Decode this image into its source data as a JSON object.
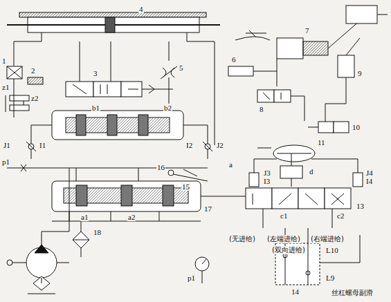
{
  "diagram": {
    "labels": [
      "4",
      "1",
      "2",
      "3",
      "5",
      "z1",
      "z2",
      "b1",
      "b2",
      "J1",
      "I1",
      "I2",
      "J2",
      "p1",
      "a1",
      "a2",
      "16",
      "15",
      "17",
      "18",
      "6",
      "7",
      "8",
      "9",
      "10",
      "11",
      "a",
      "d",
      "J3",
      "I3",
      "J4",
      "I4",
      "c1",
      "c2",
      "13",
      "(无进给)",
      "(左端进给)",
      "(右端进给)",
      "(双向进给)",
      "p1",
      "L10",
      "L9",
      "14",
      "丝杠螺母副滑"
    ]
  }
}
